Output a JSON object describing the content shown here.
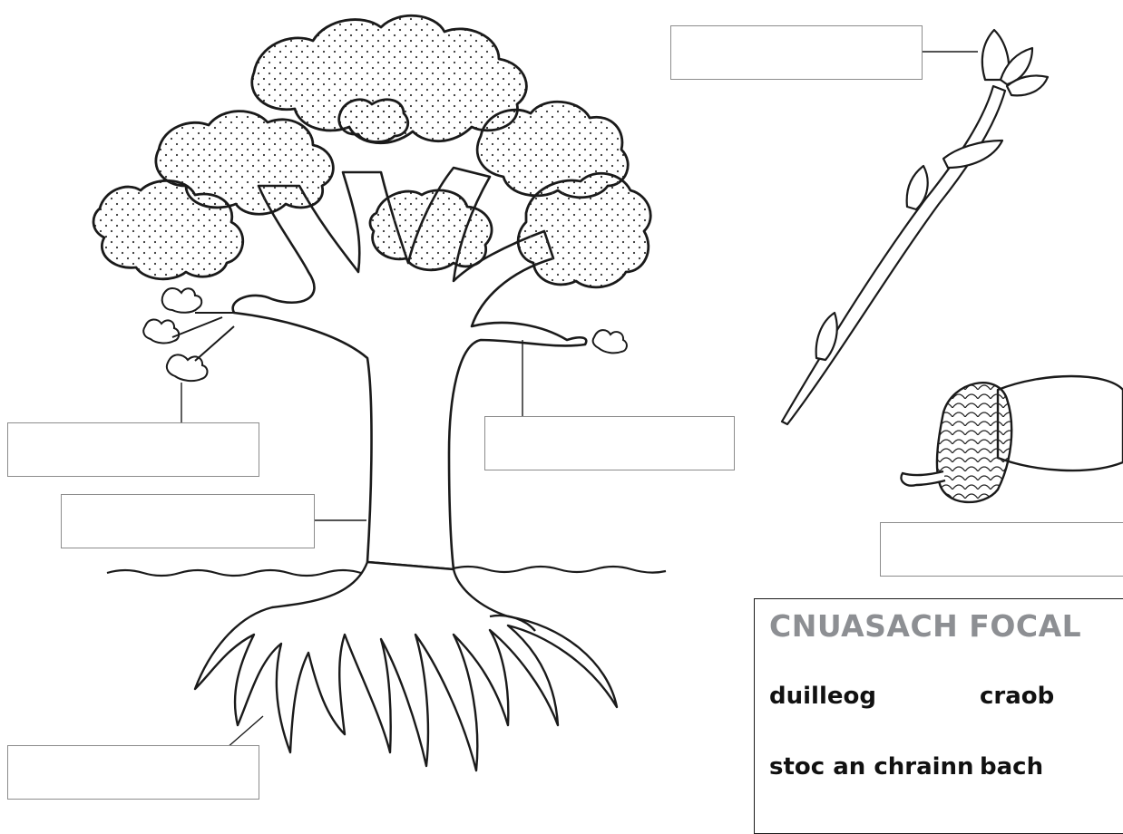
{
  "word_bank": {
    "title": "CNUASACH FOCAL",
    "words": [
      "duilleog",
      "craob",
      "stoc an chrainn",
      "bach"
    ]
  },
  "label_boxes": [
    "bud-label",
    "leaf-label",
    "trunk-label",
    "branch-label",
    "acorn-label",
    "roots-label"
  ],
  "colors": {
    "line": "#1a1a1a",
    "box_border": "#8c8c8c",
    "title_gray": "#8d8f93"
  }
}
